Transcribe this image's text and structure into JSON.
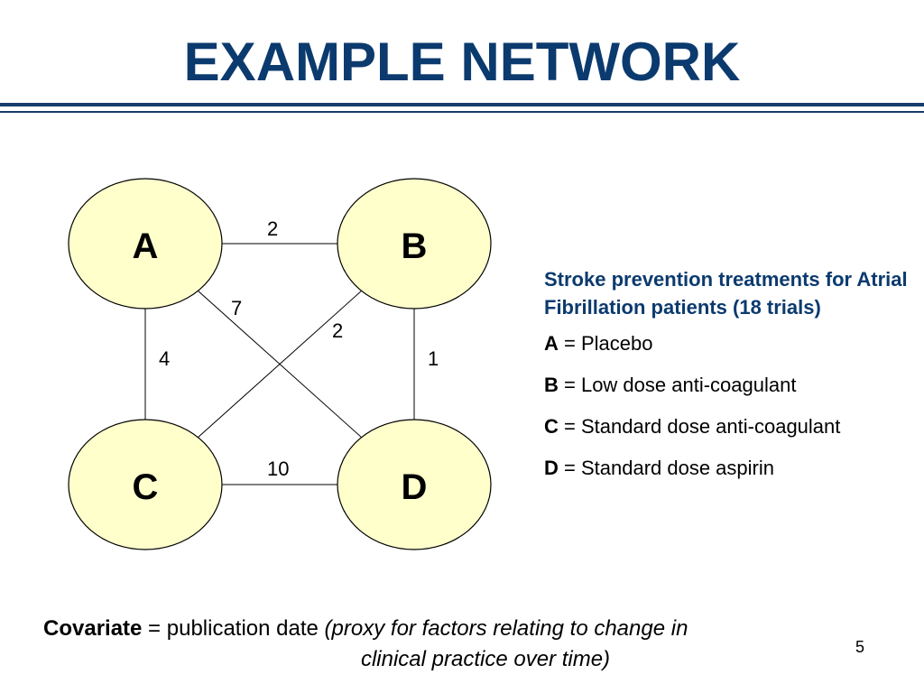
{
  "slide": {
    "title": "EXAMPLE NETWORK",
    "page_number": "5",
    "accent_color": "#0b3a6e",
    "node_fill": "#ffffcc"
  },
  "network": {
    "nodes": [
      {
        "id": "A",
        "label": "A"
      },
      {
        "id": "B",
        "label": "B"
      },
      {
        "id": "C",
        "label": "C"
      },
      {
        "id": "D",
        "label": "D"
      }
    ],
    "edges": [
      {
        "from": "A",
        "to": "B",
        "trials": "2"
      },
      {
        "from": "A",
        "to": "D",
        "trials": "7"
      },
      {
        "from": "B",
        "to": "C",
        "trials": "2"
      },
      {
        "from": "A",
        "to": "C",
        "trials": "4"
      },
      {
        "from": "B",
        "to": "D",
        "trials": "1"
      },
      {
        "from": "C",
        "to": "D",
        "trials": "10"
      }
    ]
  },
  "legend": {
    "heading": "Stroke prevention treatments for Atrial Fibrillation patients (18 trials)",
    "items": [
      {
        "key": "A",
        "text": " = Placebo"
      },
      {
        "key": "B",
        "text": " = Low dose anti-coagulant"
      },
      {
        "key": "C",
        "text": " = Standard dose anti-coagulant"
      },
      {
        "key": "D",
        "text": " = Standard dose aspirin"
      }
    ]
  },
  "footer": {
    "covariate_label": "Covariate",
    "covariate_text": " = publication date ",
    "covariate_note_line1": "(proxy for factors relating to change in",
    "covariate_note_line2": "clinical practice over time)"
  }
}
